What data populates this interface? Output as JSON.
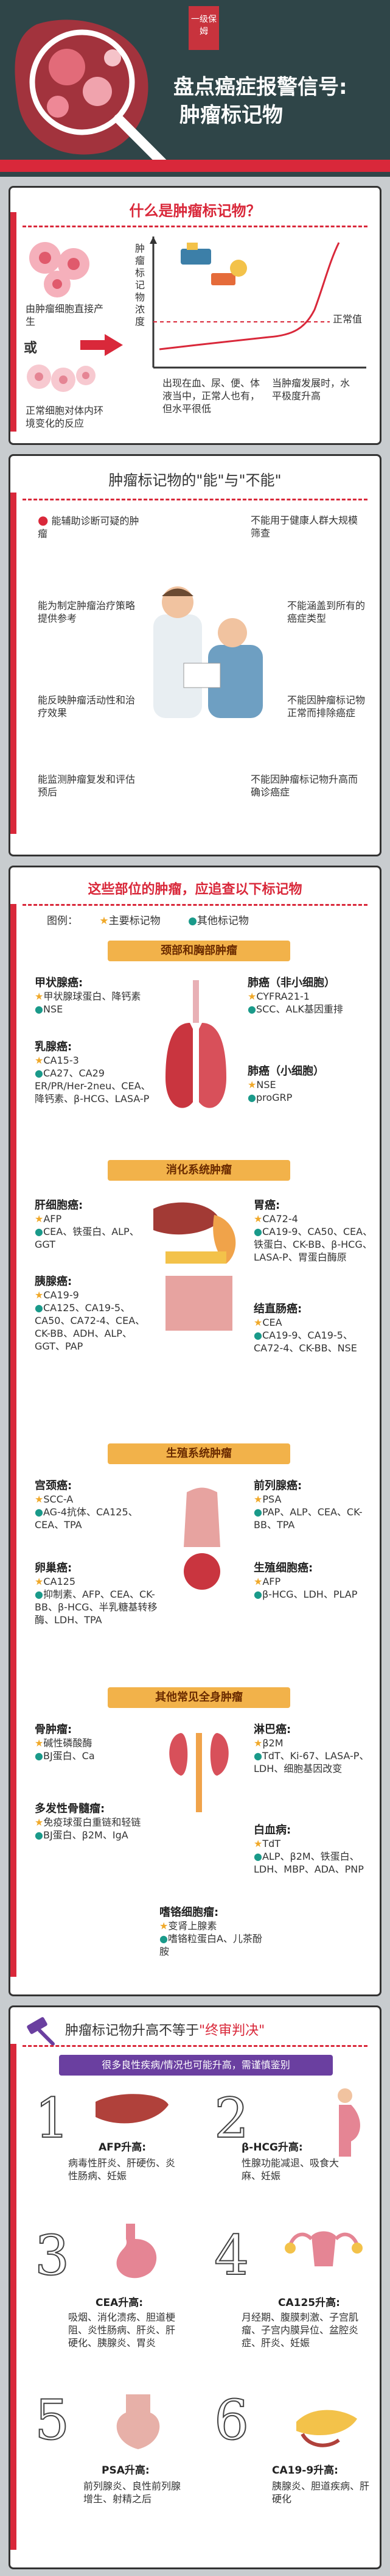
{
  "header": {
    "logo": "一级保姆",
    "title_line1": "盘点癌症报警信号:",
    "title_line2": "肿瘤标记物"
  },
  "section1": {
    "title": "什么是肿瘤标记物？",
    "left_top": "由肿瘤细胞直接产生",
    "or": "或",
    "left_bottom": "正常细胞对体内环境变化的反应",
    "y_axis": "肿瘤标记物浓度",
    "normal_label": "正常值",
    "note_left": "出现在血、尿、便、体液当中，正常人也有，但水平很低",
    "note_right": "当肿瘤发展时，水平极度升高"
  },
  "section2": {
    "title": "肿瘤标记物的\"能\"与\"不能\"",
    "can": [
      "能辅助诊断可疑的肿瘤",
      "能为制定肿瘤治疗策略提供参考",
      "能反映肿瘤活动性和治疗效果",
      "能监测肿瘤复发和评估预后"
    ],
    "cannot": [
      "不能用于健康人群大规模筛查",
      "不能涵盖到所有的癌症类型",
      "不能因肿瘤标记物正常而排除癌症",
      "不能因肿瘤标记物升高而确诊癌症"
    ]
  },
  "section3": {
    "title": "这些部位的肿瘤，应追查以下标记物",
    "legend_label": "图例：",
    "legend_main": "主要标记物",
    "legend_other": "其他标记物",
    "bands": [
      "颈部和胸部肿瘤",
      "消化系统肿瘤",
      "生殖系统肿瘤",
      "其他常见全身肿瘤"
    ],
    "neck": {
      "thyroid_title": "甲状腺癌:",
      "thyroid_main": "甲状腺球蛋白、降钙素",
      "thyroid_other": "NSE",
      "breast_title": "乳腺癌:",
      "breast_main": "CA15-3",
      "breast_other": "CA27、CA29 ER/PR/Her-2neu、CEA、降钙素、β-HCG、LASA-P",
      "lung1_title": "肺癌（非小细胞）",
      "lung1_main": "CYFRA21-1",
      "lung1_other": "SCC、ALK基因重排",
      "lung2_title": "肺癌（小细胞）",
      "lung2_main": "NSE",
      "lung2_other": "proGRP"
    },
    "digest": {
      "liver_title": "肝细胞癌:",
      "liver_main": "AFP",
      "liver_other": "CEA、铁蛋白、ALP、GGT",
      "stomach_title": "胃癌:",
      "stomach_main": "CA72-4",
      "stomach_other": "CA19-9、CA50、CEA、铁蛋白、CK-BB、β-HCG、LASA-P、胃蛋白酶原",
      "pancreas_title": "胰腺癌:",
      "pancreas_main": "CA19-9",
      "pancreas_other": "CA125、CA19-5、CA50、CA72-4、CEA、CK-BB、ADH、ALP、GGT、PAP",
      "colon_title": "结直肠癌:",
      "colon_main": "CEA",
      "colon_other": "CA19-9、CA19-5、CA72-4、CK-BB、NSE"
    },
    "repro": {
      "cervix_title": "宫颈癌:",
      "cervix_main": "SCC-A",
      "cervix_other": "AG-4抗体、CA125、CEA、TPA",
      "prostate_title": "前列腺癌:",
      "prostate_main": "PSA",
      "prostate_other": "PAP、ALP、CEA、CK-BB、TPA",
      "ovary_title": "卵巢癌:",
      "ovary_main": "CA125",
      "ovary_other": "抑制素、AFP、CEA、CK-BB、β-HCG、半乳糖基转移酶、LDH、TPA",
      "germ_title": "生殖细胞癌:",
      "germ_main": "AFP",
      "germ_other": "β-HCG、LDH、PLAP"
    },
    "other": {
      "bone_title": "骨肿瘤:",
      "bone_main": "碱性磷酸酶",
      "bone_other": "BJ蛋白、Ca",
      "lymph_title": "淋巴癌:",
      "lymph_main": "β2M",
      "lymph_other": "TdT、Ki-67、LASA-P、LDH、细胞基因改变",
      "myeloma_title": "多发性骨髓瘤:",
      "myeloma_main": "免疫球蛋白重链和轻链",
      "myeloma_other": "BJ蛋白、β2M、IgA",
      "leuk_title": "白血病:",
      "leuk_main": "TdT",
      "leuk_other": "ALP、β2M、铁蛋白、LDH、MBP、ADA、PNP",
      "pheo_title": "嗜铬细胞瘤:",
      "pheo_main": "变肾上腺素",
      "pheo_other": "嗜铬粒蛋白A、儿茶酚胺"
    }
  },
  "section4": {
    "title_a": "肿瘤标记物升高不等于",
    "title_b": "\"终审判决\"",
    "banner": "很多良性疾病/情况也可能升高，需谨慎鉴别",
    "items": [
      {
        "num": "1",
        "title": "AFP升高:",
        "text": "病毒性肝炎、肝硬伤、炎性肠病、妊娠"
      },
      {
        "num": "2",
        "title": "β-HCG升高:",
        "text": "性腺功能减退、吸食大麻、妊娠"
      },
      {
        "num": "3",
        "title": "CEA升高:",
        "text": "吸烟、消化溃疡、胆道梗阻、炎性肠病、肝炎、肝硬化、胰腺炎、胃炎"
      },
      {
        "num": "4",
        "title": "CA125升高:",
        "text": "月经期、腹膜刺激、子宫肌瘤、子宫内膜异位、盆腔炎症、肝炎、妊娠"
      },
      {
        "num": "5",
        "title": "PSA升高:",
        "text": "前列腺炎、良性前列腺增生、射精之后"
      },
      {
        "num": "6",
        "title": "CA19-9升高:",
        "text": "胰腺炎、胆道疾病、肝硬化"
      }
    ]
  }
}
